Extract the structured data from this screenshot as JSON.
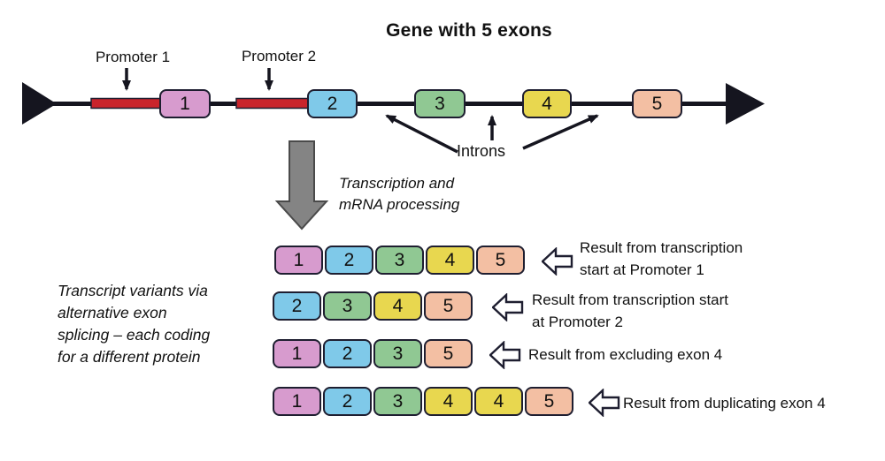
{
  "title": "Gene with 5 exons",
  "colors": {
    "exon_1": "#d79bce",
    "exon_2": "#7fc9e9",
    "exon_3": "#90c893",
    "exon_4": "#e8d74f",
    "exon_5": "#f3bfa3",
    "promoter_red": "#c9242c",
    "outline_dark": "#1e1e30",
    "line_black": "#15151f",
    "process_arrow_gray": "#848484"
  },
  "gene": {
    "promoters": [
      {
        "label": "Promoter 1"
      },
      {
        "label": "Promoter 2"
      }
    ],
    "introns_label": "Introns",
    "exons": [
      {
        "num": "1"
      },
      {
        "num": "2"
      },
      {
        "num": "3"
      },
      {
        "num": "4"
      },
      {
        "num": "5"
      }
    ]
  },
  "process": {
    "lines": [
      "Transcription and",
      "mRNA processing"
    ]
  },
  "side_note": {
    "lines": [
      "Transcript variants via",
      "alternative exon",
      "splicing – each coding",
      "for a different protein"
    ]
  },
  "transcripts": [
    {
      "exons": [
        "1",
        "2",
        "3",
        "4",
        "5"
      ],
      "label_lines": [
        "Result from transcription",
        "start at Promoter 1"
      ]
    },
    {
      "exons": [
        "2",
        "3",
        "4",
        "5"
      ],
      "label_lines": [
        "Result from transcription start",
        "at Promoter 2"
      ]
    },
    {
      "exons": [
        "1",
        "2",
        "3",
        "5"
      ],
      "label_lines": [
        "Result from excluding exon 4"
      ]
    },
    {
      "exons": [
        "1",
        "2",
        "3",
        "4",
        "4",
        "5"
      ],
      "label_lines": [
        "Result from duplicating exon 4"
      ]
    }
  ]
}
